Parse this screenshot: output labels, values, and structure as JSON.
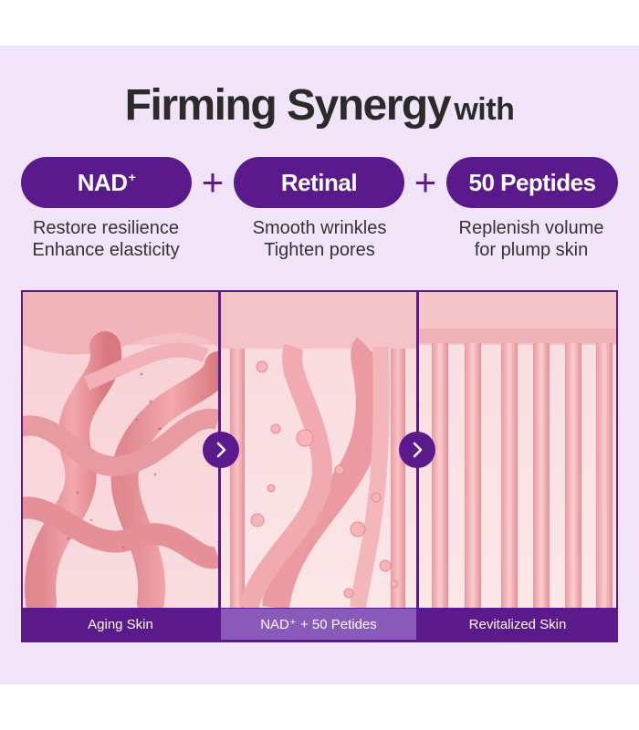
{
  "header": {
    "title_main": "Firming Synergy",
    "title_suffix": "with"
  },
  "ingredients": [
    {
      "name": "NAD",
      "superscript": "+",
      "lines": [
        "Restore resilience",
        "Enhance elasticity"
      ]
    },
    {
      "name": "Retinal",
      "superscript": "",
      "lines": [
        "Smooth wrinkles",
        "Tighten pores"
      ]
    },
    {
      "name": "50 Peptides",
      "superscript": "",
      "lines": [
        "Replenish volume",
        "for plump skin"
      ]
    }
  ],
  "plus_symbol": "+",
  "panels": [
    {
      "label": "Aging Skin"
    },
    {
      "label": "NAD⁺ + 50 Petides"
    },
    {
      "label": "Revitalized Skin"
    }
  ],
  "colors": {
    "background": "#f1e4f8",
    "accent": "#5a1a8c",
    "mid_label": "#8a5aba",
    "title": "#2b2b2b"
  },
  "icons": [
    "chevron-right-icon",
    "chevron-right-icon"
  ]
}
